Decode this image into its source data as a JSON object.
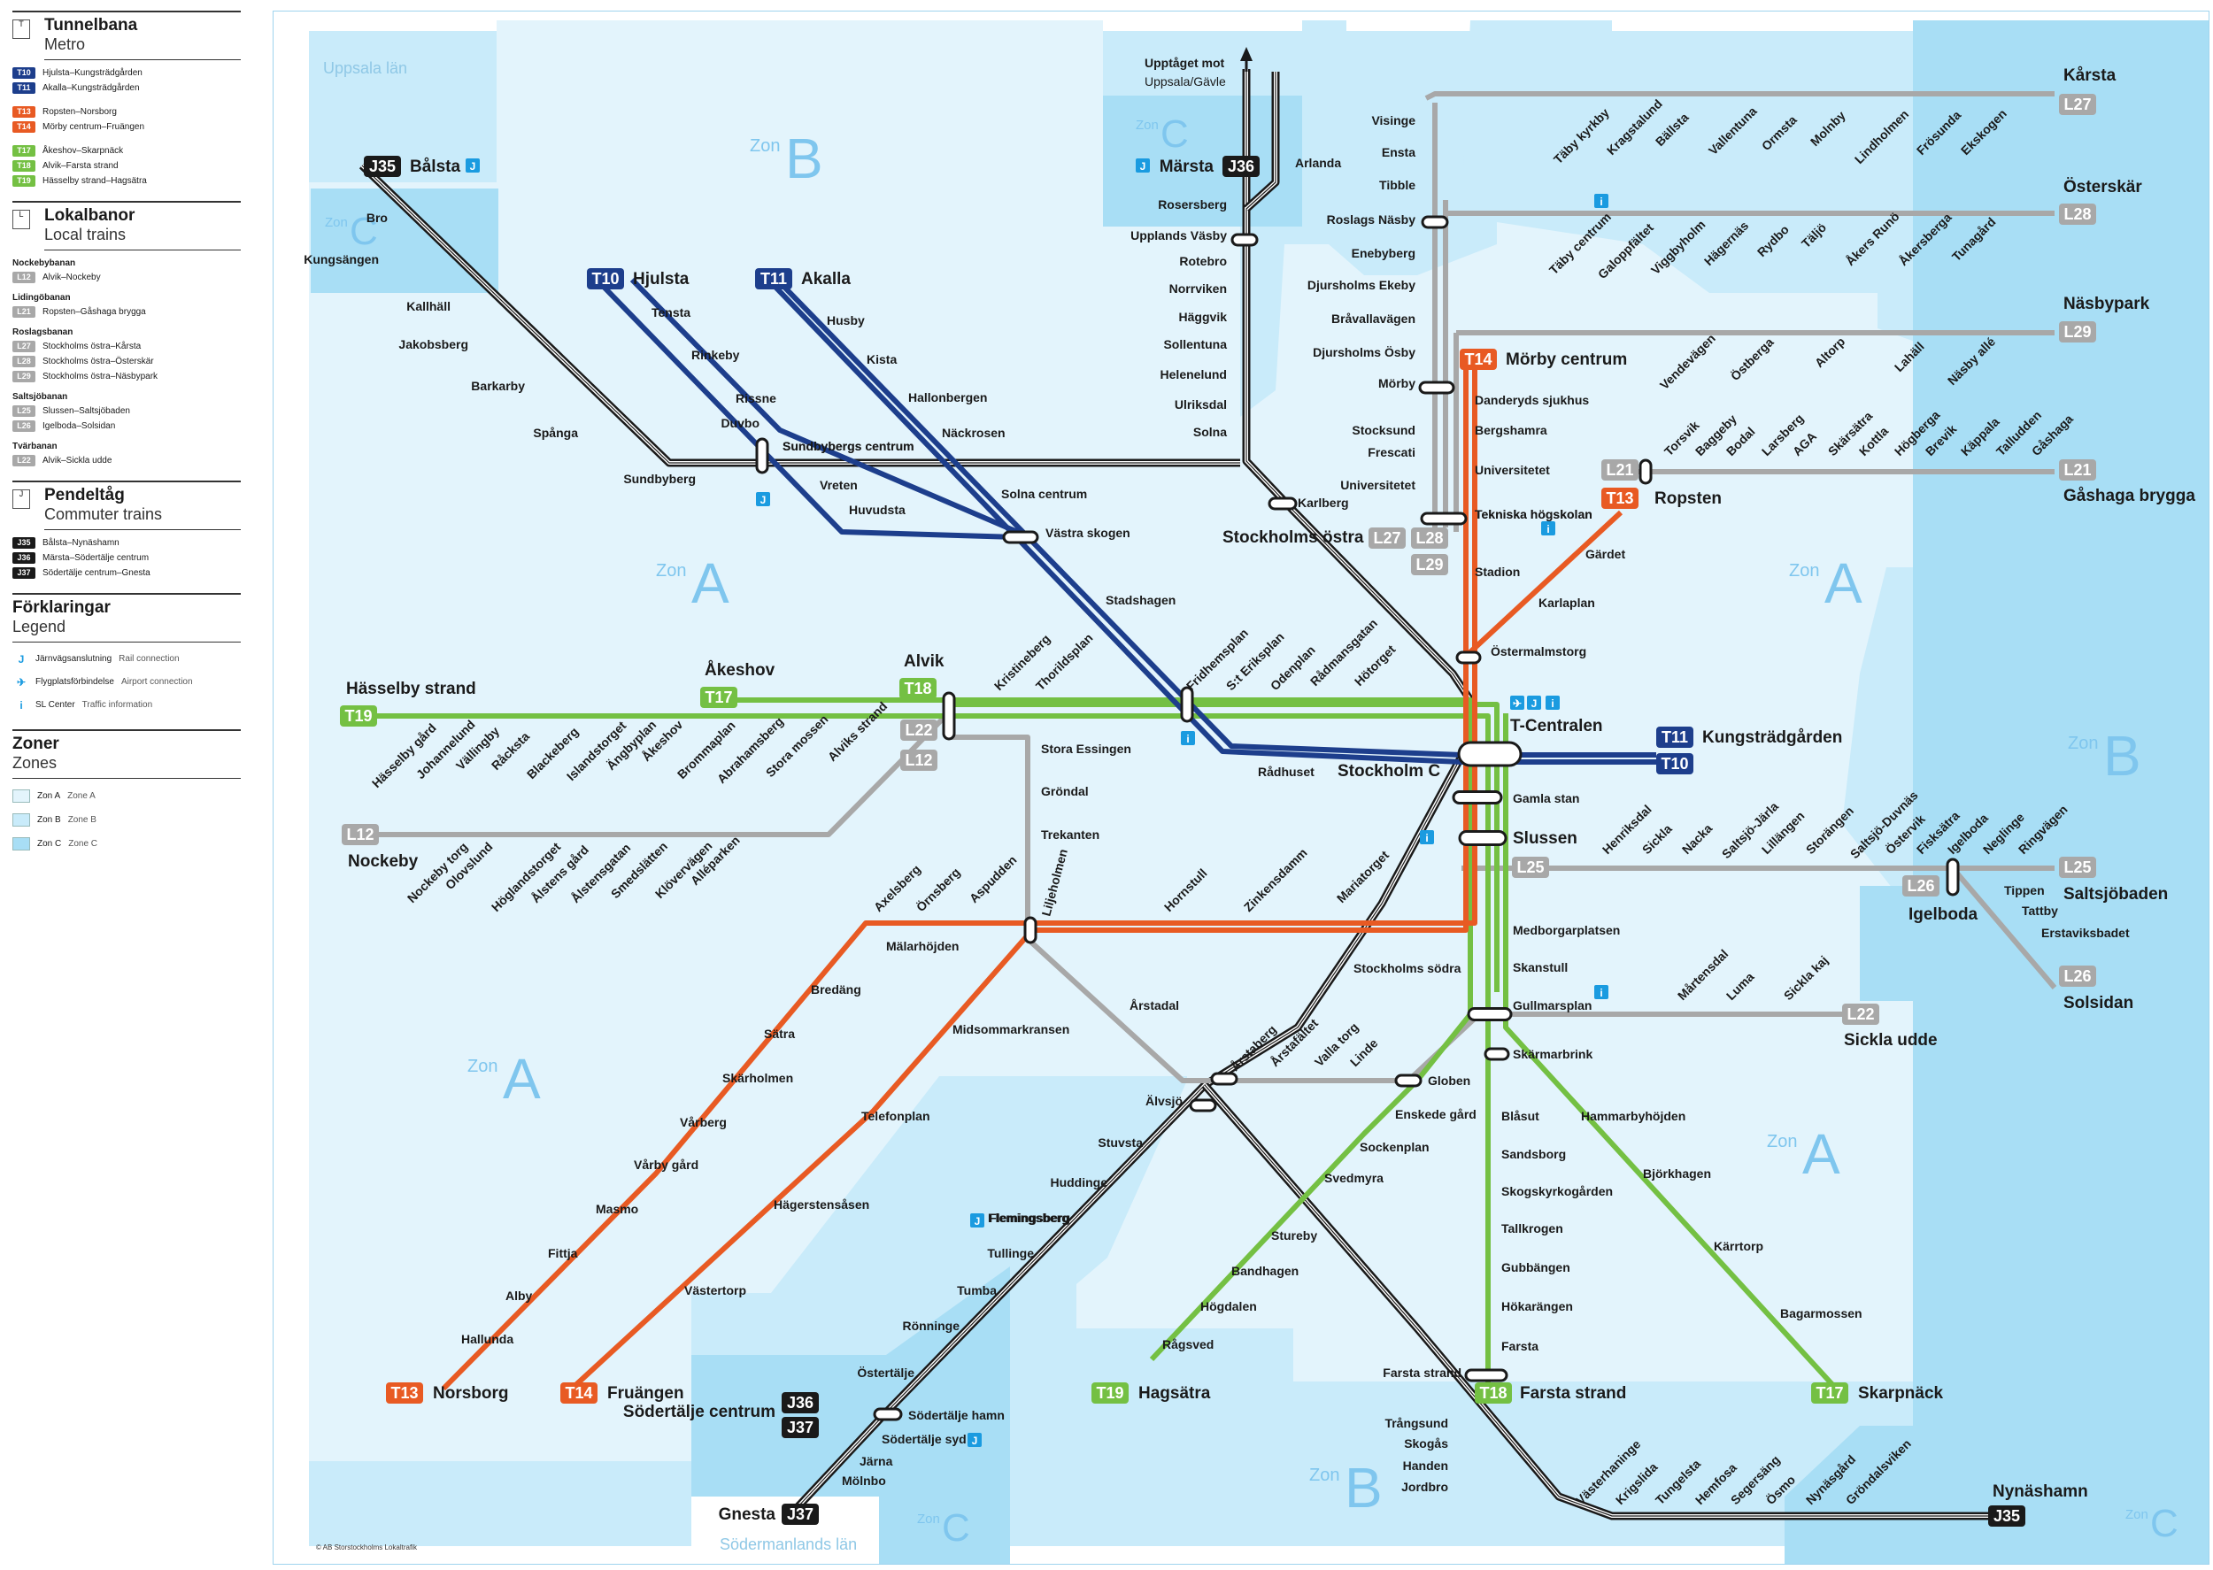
{
  "legend": {
    "metro": {
      "title": "Tunnelbana",
      "subtitle": "Metro",
      "icon": "T",
      "items": [
        {
          "code": "T10",
          "color": "#1d3e8c",
          "label": "Hjulsta–Kungsträdgården"
        },
        {
          "code": "T11",
          "color": "#1d3e8c",
          "label": "Akalla–Kungsträdgården"
        },
        {
          "code": "T13",
          "color": "#e85a23",
          "label": "Ropsten–Norsborg"
        },
        {
          "code": "T14",
          "color": "#e85a23",
          "label": "Mörby centrum–Fruängen"
        },
        {
          "code": "T17",
          "color": "#74c043",
          "label": "Åkeshov–Skarpnäck"
        },
        {
          "code": "T18",
          "color": "#74c043",
          "label": "Alvik–Farsta strand"
        },
        {
          "code": "T19",
          "color": "#74c043",
          "label": "Hässelby strand–Hagsätra"
        }
      ]
    },
    "local": {
      "title": "Lokalbanor",
      "subtitle": "Local trains",
      "icon": "L",
      "groups": [
        {
          "name": "Nockebybanan",
          "items": [
            {
              "code": "L12",
              "label": "Alvik–Nockeby"
            }
          ]
        },
        {
          "name": "Lidingöbanan",
          "items": [
            {
              "code": "L21",
              "label": "Ropsten–Gåshaga brygga"
            }
          ]
        },
        {
          "name": "Roslagsbanan",
          "items": [
            {
              "code": "L27",
              "label": "Stockholms östra–Kårsta"
            },
            {
              "code": "L28",
              "label": "Stockholms östra–Österskär"
            },
            {
              "code": "L29",
              "label": "Stockholms östra–Näsbypark"
            }
          ]
        },
        {
          "name": "Saltsjöbanan",
          "items": [
            {
              "code": "L25",
              "label": "Slussen–Saltsjöbaden"
            },
            {
              "code": "L26",
              "label": "Igelboda–Solsidan"
            }
          ]
        },
        {
          "name": "Tvärbanan",
          "items": [
            {
              "code": "L22",
              "label": "Alvik–Sickla udde"
            }
          ]
        }
      ]
    },
    "commuter": {
      "title": "Pendeltåg",
      "subtitle": "Commuter trains",
      "icon": "J",
      "items": [
        {
          "code": "J35",
          "label": "Bålsta–Nynäshamn"
        },
        {
          "code": "J36",
          "label": "Märsta–Södertälje centrum"
        },
        {
          "code": "J37",
          "label": "Södertälje centrum–Gnesta"
        }
      ]
    },
    "explanations": {
      "title": "Förklaringar",
      "subtitle": "Legend",
      "items": [
        {
          "icon": "rail-connection-icon",
          "glyph": "J",
          "sv": "Järnvägsanslutning",
          "en": "Rail connection"
        },
        {
          "icon": "airport-icon",
          "glyph": "✈",
          "sv": "Flygplatsförbindelse",
          "en": "Airport connection"
        },
        {
          "icon": "info-icon",
          "glyph": "i",
          "sv": "SL Center",
          "en": "Traffic information"
        }
      ]
    },
    "zones": {
      "title": "Zoner",
      "subtitle": "Zones",
      "items": [
        {
          "sv": "Zon A",
          "en": "Zone A",
          "color": "#e3f4fc"
        },
        {
          "sv": "Zon B",
          "en": "Zone B",
          "color": "#c9ebfa"
        },
        {
          "sv": "Zon C",
          "en": "Zone C",
          "color": "#a8def5"
        }
      ]
    }
  },
  "map": {
    "regions": [
      "Uppsala län",
      "Södermanlands län"
    ],
    "zone_word": "Zon",
    "zone_letters": [
      "A",
      "B",
      "C"
    ],
    "upptaget": "Upptåget mot",
    "upptaget2": "Uppsala/Gävle",
    "copyright": "© AB Storstockholms Lokaltrafik",
    "colors": {
      "blue": "#1d3e8c",
      "red": "#e85a23",
      "green": "#74c043",
      "grey": "#a8a8a8",
      "black": "#1a1a1a",
      "zoneA": "#e3f4fc",
      "zoneB": "#c9ebfa",
      "zoneC": "#a8def5"
    },
    "stations": [
      "Bro",
      "Kungsängen",
      "Kallhäll",
      "Jakobsberg",
      "Barkarby",
      "Spånga",
      "Sundbyberg",
      "Sundbybergs centrum",
      "Duvbo",
      "Rissne",
      "Rinkeby",
      "Tensta",
      "Husby",
      "Kista",
      "Hallonbergen",
      "Näckrosen",
      "Solna centrum",
      "Västra skogen",
      "Huvudsta",
      "Vreten",
      "Stadshagen",
      "Fridhemsplan",
      "S:t Eriksplan",
      "Odenplan",
      "Rådmansgatan",
      "Hötorget",
      "Kristineberg",
      "Thorildsplan",
      "Rådhuset",
      "Stockholm C",
      "T-Centralen",
      "Gamla stan",
      "Slussen",
      "Medborgarplatsen",
      "Skanstull",
      "Gullmarsplan",
      "Skärmarbrink",
      "Blåsut",
      "Sandsborg",
      "Skogskyrkogården",
      "Tallkrogen",
      "Gubbängen",
      "Hökarängen",
      "Farsta",
      "Farsta strand",
      "Hammarbyhöjden",
      "Björkhagen",
      "Kärrtorp",
      "Bagarmossen",
      "Enskede gård",
      "Sockenplan",
      "Svedmyra",
      "Stureby",
      "Bandhagen",
      "Högdalen",
      "Rågsved",
      "Globen",
      "Linde",
      "Valla torg",
      "Årstafältet",
      "Årstaberg",
      "Årstadal",
      "Liljeholmen",
      "Hornstull",
      "Zinkensdamm",
      "Mariatorget",
      "Aspudden",
      "Örnsberg",
      "Axelsberg",
      "Mälarhöjden",
      "Bredäng",
      "Sätra",
      "Skärholmen",
      "Vårberg",
      "Vårby gård",
      "Masmo",
      "Fittja",
      "Alby",
      "Hallunda",
      "Midsommarkransen",
      "Telefonplan",
      "Hägerstensåsen",
      "Västertorp",
      "Stora Essingen",
      "Gröndal",
      "Trekanten",
      "Alviks strand",
      "Stora mossen",
      "Abrahamsberg",
      "Brommaplan",
      "Åkeshov",
      "Ängbyplan",
      "Islandstorget",
      "Blackeberg",
      "Råcksta",
      "Vällingby",
      "Johannelund",
      "Hässelby gård",
      "Nockeby torg",
      "Olovslund",
      "Höglandstorget",
      "Ålstens gård",
      "Ålstensgatan",
      "Smedslätten",
      "Klövervägen",
      "Alléparken",
      "Östermalmstorg",
      "Karlaplan",
      "Gärdet",
      "Stadion",
      "Tekniska högskolan",
      "Universitetet",
      "Bergshamra",
      "Danderyds sjukhus",
      "Stocksund",
      "Frescati",
      "Karlberg",
      "Stockholms östra",
      "Arlanda",
      "Rosersberg",
      "Upplands Väsby",
      "Rotebro",
      "Norrviken",
      "Häggvik",
      "Sollentuna",
      "Helenelund",
      "Ulriksdal",
      "Solna",
      "Visinge",
      "Ensta",
      "Tibble",
      "Roslags Näsby",
      "Enebyberg",
      "Djursholms Ekeby",
      "Bråvallavägen",
      "Djursholms Ösby",
      "Mörby",
      "Täby kyrkby",
      "Kragstalund",
      "Bällsta",
      "Vallentuna",
      "Ormsta",
      "Molnby",
      "Lindholmen",
      "Frösunda",
      "Ekskogen",
      "Täby centrum",
      "Galoppfältet",
      "Viggbyholm",
      "Hägernäs",
      "Rydbo",
      "Täljö",
      "Åkers Runö",
      "Åkersberga",
      "Tunagård",
      "Vendevägen",
      "Östberga",
      "Altorp",
      "Lahäll",
      "Näsby allé",
      "Torsvik",
      "Baggeby",
      "Bodal",
      "Larsberg",
      "AGA",
      "Skärsätra",
      "Kottla",
      "Högberga",
      "Brevik",
      "Käppala",
      "Talludden",
      "Gåshaga",
      "Henriksdal",
      "Sickla",
      "Nacka",
      "Saltsjö-Järla",
      "Lillängen",
      "Storängen",
      "Saltsjö-Duvnäs",
      "Östervik",
      "Fisksätra",
      "Igelboda",
      "Neglinge",
      "Ringvägen",
      "Tippen",
      "Tattby",
      "Erstaviksbadet",
      "Mårtensdal",
      "Luma",
      "Sickla kaj",
      "Stuvsta",
      "Huddinge",
      "Flemingsberg",
      "Tullinge",
      "Tumba",
      "Rönninge",
      "Östertälje",
      "Södertälje hamn",
      "Södertälje syd",
      "Järna",
      "Mölnbo",
      "Älvsjö",
      "Trångsund",
      "Skogås",
      "Handen",
      "Jordbro",
      "Västerhaninge",
      "Krigslida",
      "Tungelsta",
      "Hemfosa",
      "Segersäng",
      "Ösmo",
      "Nynäsgård",
      "Gröndalsviken",
      "Kungsträdgården",
      "Hjulsta",
      "Akalla",
      "Märsta",
      "Bålsta",
      "Hässelby strand",
      "Nockeby",
      "Alvik",
      "Kårsta",
      "Österskär",
      "Näsbypark",
      "Mörby centrum",
      "Ropsten",
      "Gåshaga brygga",
      "Saltsjöbaden",
      "Solsidan",
      "Sickla udde",
      "Skarpnäck",
      "Hagsätra",
      "Norsborg",
      "Fruängen",
      "Södertälje centrum",
      "Gnesta",
      "Nynäshamn"
    ]
  }
}
